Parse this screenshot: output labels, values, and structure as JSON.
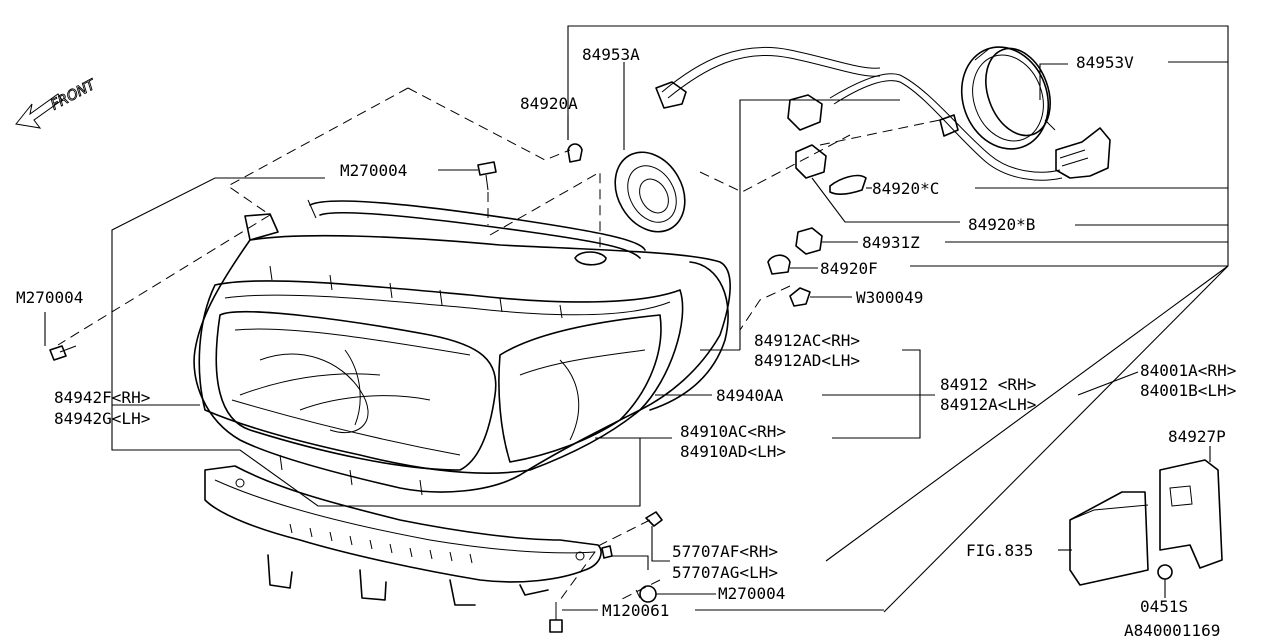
{
  "diagram": {
    "direction_label": "FRONT",
    "figure_id": "A840001169",
    "labels": {
      "p84953A": "84953A",
      "p84953V": "84953V",
      "p84920A": "84920A",
      "m270004_top": "M270004",
      "m270004_left": "M270004",
      "p84920C": "84920*C",
      "p84920B": "84920*B",
      "p84931Z": "84931Z",
      "p84920F": "84920F",
      "w300049": "W300049",
      "p84912AC": "84912AC<RH>",
      "p84912AD": "84912AD<LH>",
      "p84912": "84912 <RH>",
      "p84912A": "84912A<LH>",
      "p84001A": "84001A<RH>",
      "p84001B": "84001B<LH>",
      "p84942F": "84942F<RH>",
      "p84942G": "84942G<LH>",
      "p84940AA": "84940AA",
      "p84910AC": "84910AC<RH>",
      "p84910AD": "84910AD<LH>",
      "p84927P": "84927P",
      "fig835": "FIG.835",
      "p57707AF": "57707AF<RH>",
      "p57707AG": "57707AG<LH>",
      "m270004_bottom": "M270004",
      "m120061": "M120061",
      "p0451S": "0451S"
    }
  }
}
